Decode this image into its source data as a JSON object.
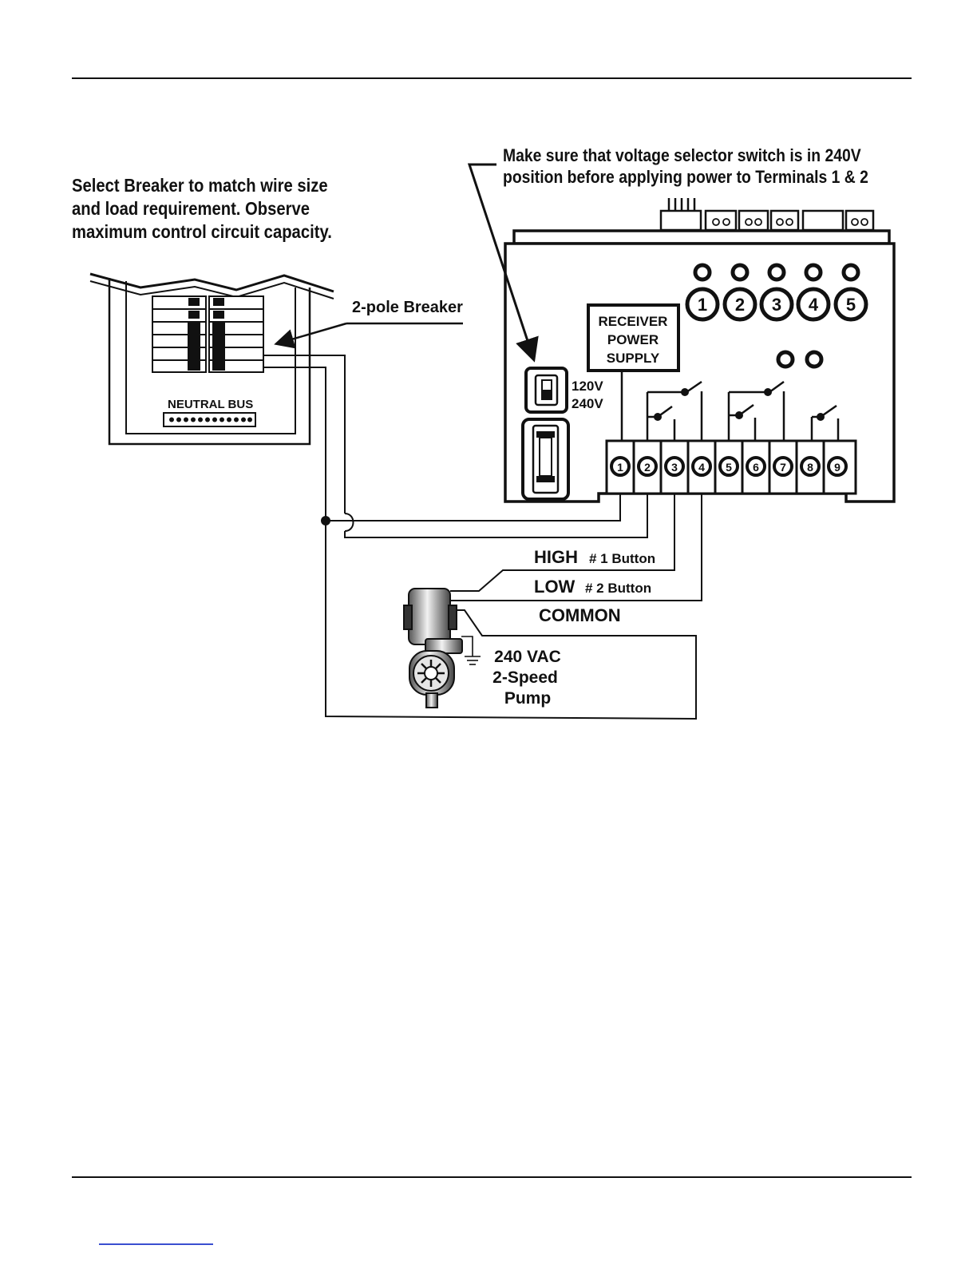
{
  "notes": {
    "breaker_note": [
      "Select Breaker to match wire size",
      "and load requirement.  Observe",
      "maximum control circuit capacity."
    ],
    "voltage_note": [
      "Make sure that voltage selector switch is in 240V",
      "position before applying power to Terminals 1 & 2"
    ]
  },
  "panel": {
    "breaker_label": "2-pole Breaker",
    "neutral_bus_label": "NEUTRAL BUS"
  },
  "controller": {
    "receiver_label": [
      "RECEIVER",
      "POWER",
      "SUPPLY"
    ],
    "voltage_options": [
      "120V",
      "240V"
    ],
    "button_numbers": [
      "1",
      "2",
      "3",
      "4",
      "5"
    ],
    "terminal_numbers": [
      "1",
      "2",
      "3",
      "4",
      "5",
      "6",
      "7",
      "8",
      "9"
    ]
  },
  "wiring": {
    "high_label": "HIGH",
    "high_button": "# 1 Button",
    "low_label": "LOW",
    "low_button": "# 2 Button",
    "common_label": "COMMON"
  },
  "pump": {
    "label": [
      "240 VAC",
      "2-Speed",
      "Pump"
    ]
  }
}
